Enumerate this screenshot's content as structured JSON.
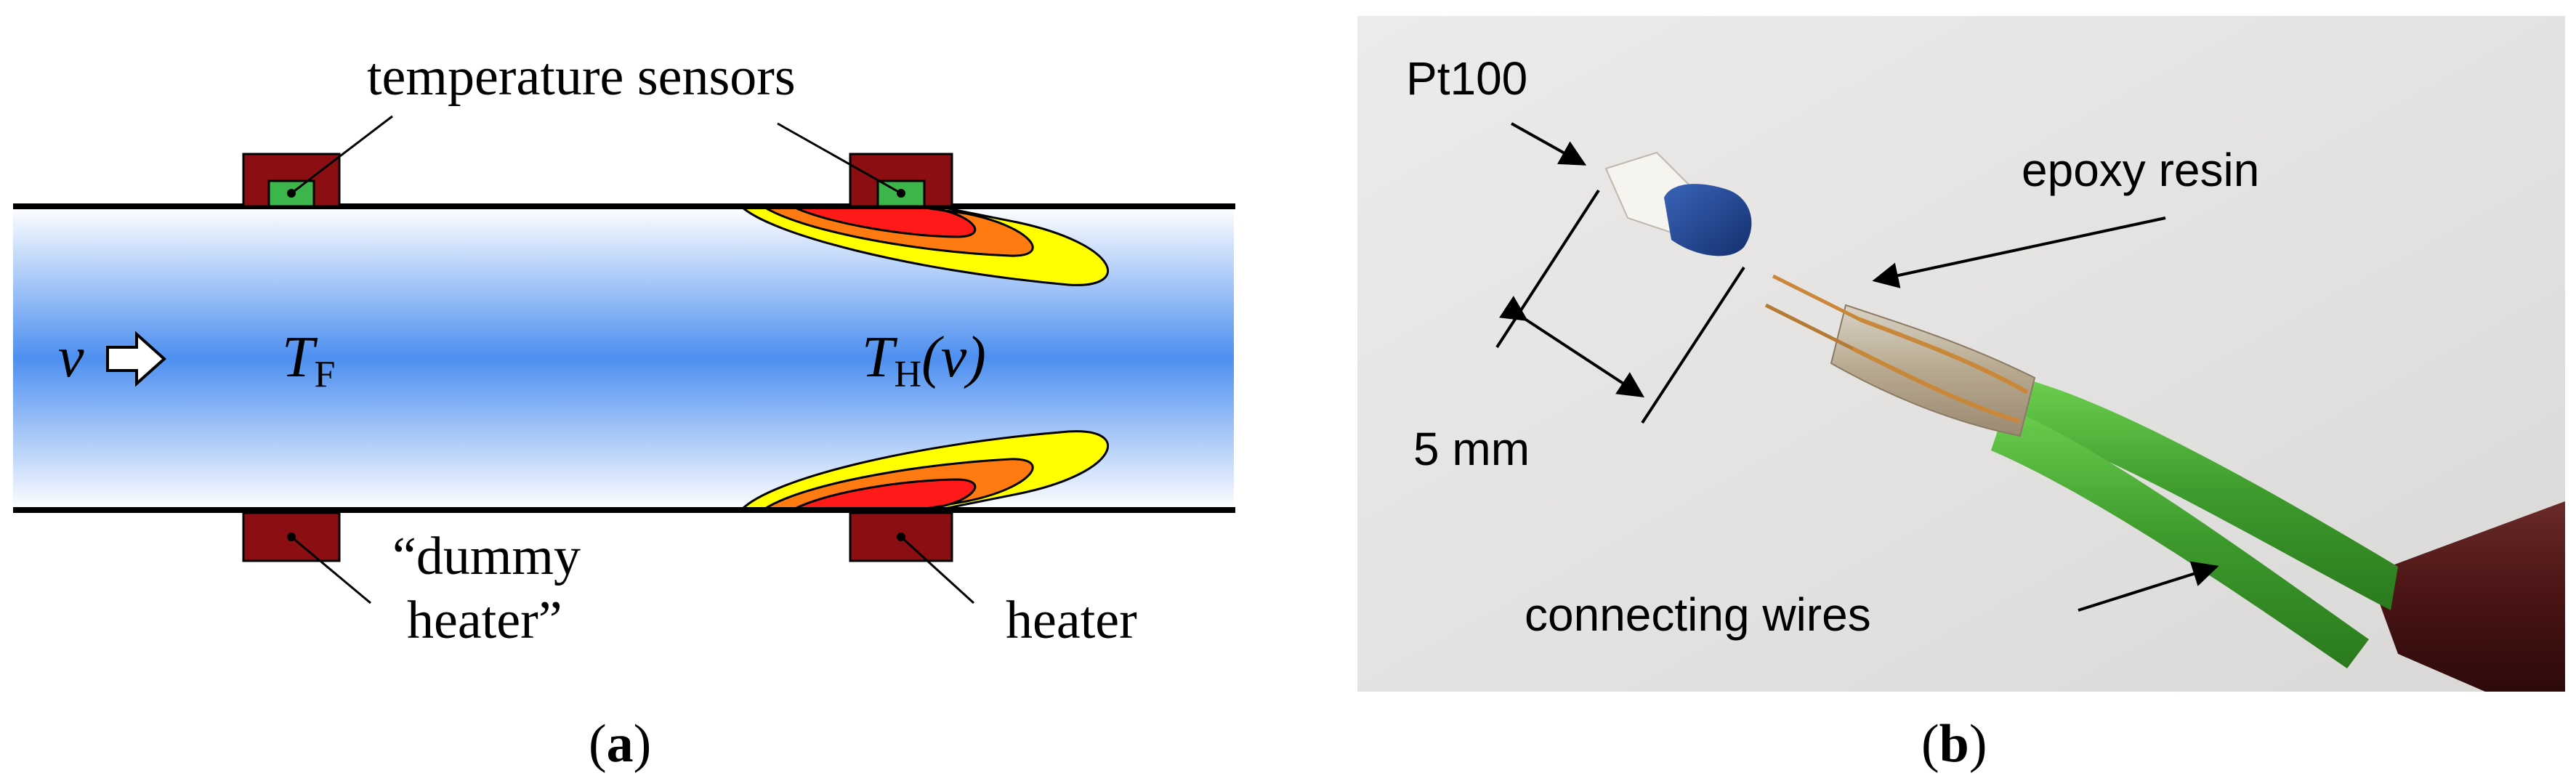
{
  "panel_a": {
    "label_sensors": "temperature sensors",
    "label_velocity": "v",
    "label_tf_main": "T",
    "label_tf_sub": "F",
    "label_th_main": "T",
    "label_th_sub": "H",
    "label_th_arg": "(v)",
    "label_dummy_line1": "“dummy",
    "label_dummy_line2": "heater”",
    "label_heater": "heater",
    "caption_open": "(",
    "caption_letter": "a",
    "caption_close": ")",
    "colors": {
      "pipe_wall": "#000000",
      "heater_block": "#8b0f12",
      "sensor_chip": "#3cb54a",
      "flow_center": "#4d8ff0",
      "flow_edge": "#ffffff",
      "heat_outer": "#ffff00",
      "heat_mid": "#ff7a10",
      "heat_inner": "#ff1a1a"
    }
  },
  "panel_b": {
    "label_pt100": "Pt100",
    "label_epoxy": "epoxy resin",
    "label_size": "5 mm",
    "label_wires": "connecting wires",
    "caption_open": "(",
    "caption_letter": "b",
    "caption_close": ")",
    "colors": {
      "background": "#e4e3e1",
      "sensor_cap": "#1c3f8a",
      "wire_insulation": "#3d9a2c",
      "cable_sheath": "#4a1414"
    }
  }
}
